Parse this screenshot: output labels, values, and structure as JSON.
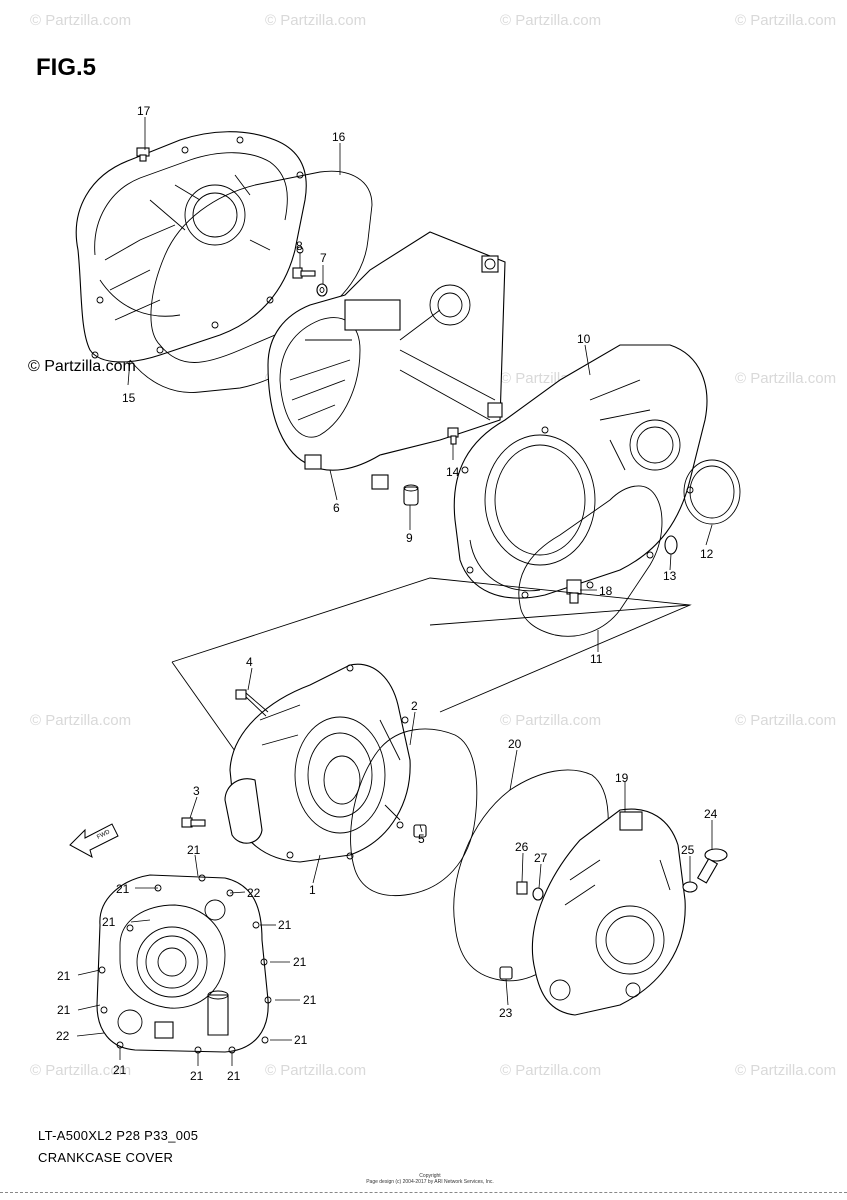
{
  "figure": {
    "title": "FIG.5",
    "model_code": "LT-A500XL2 P28 P33_005",
    "caption": "CRANKCASE COVER",
    "copyright_line1": "Copyright",
    "copyright_line2": "Page design (c) 2004-2017 by ARI Network Services, Inc."
  },
  "watermark": {
    "text": "© Partzilla.com",
    "side_text": "© Partzilla.com"
  },
  "callouts": [
    {
      "id": "c17",
      "label": "17"
    },
    {
      "id": "c16",
      "label": "16"
    },
    {
      "id": "c15",
      "label": "15"
    },
    {
      "id": "c8",
      "label": "8"
    },
    {
      "id": "c7",
      "label": "7"
    },
    {
      "id": "c6",
      "label": "6"
    },
    {
      "id": "c9",
      "label": "9"
    },
    {
      "id": "c10",
      "label": "10"
    },
    {
      "id": "c14",
      "label": "14"
    },
    {
      "id": "c12",
      "label": "12"
    },
    {
      "id": "c13",
      "label": "13"
    },
    {
      "id": "c18",
      "label": "18"
    },
    {
      "id": "c11",
      "label": "11"
    },
    {
      "id": "c4",
      "label": "4"
    },
    {
      "id": "c2",
      "label": "2"
    },
    {
      "id": "c3",
      "label": "3"
    },
    {
      "id": "c5",
      "label": "5"
    },
    {
      "id": "c1",
      "label": "1"
    },
    {
      "id": "c20",
      "label": "20"
    },
    {
      "id": "c19",
      "label": "19"
    },
    {
      "id": "c24",
      "label": "24"
    },
    {
      "id": "c26",
      "label": "26"
    },
    {
      "id": "c27",
      "label": "27"
    },
    {
      "id": "c25",
      "label": "25"
    },
    {
      "id": "c23",
      "label": "23"
    },
    {
      "id": "c22",
      "label": "22"
    },
    {
      "id": "c21",
      "label": "21"
    }
  ],
  "fwd_label": "FWD"
}
